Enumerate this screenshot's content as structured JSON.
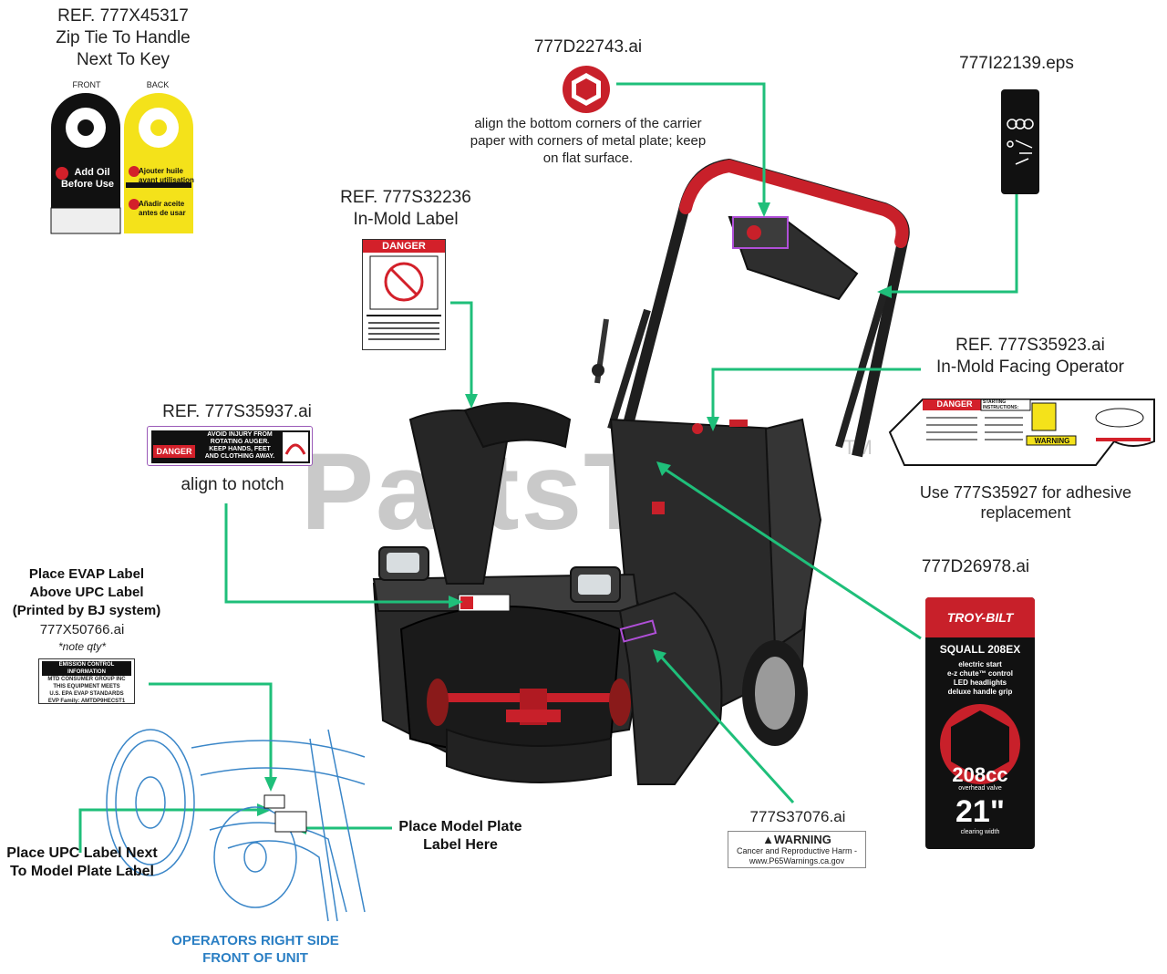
{
  "watermark": "PartsTree",
  "watermark_tm": "TM",
  "key_tag": {
    "ref": "REF. 777X45317",
    "line2": "Zip Tie To Handle",
    "line3": "Next To Key",
    "front_label": "FRONT",
    "back_label": "BACK",
    "front_text_1": "Add Oil",
    "front_text_2": "Before Use",
    "back_text_1": "Ajouter huile",
    "back_text_2": "avant utilisation",
    "back_text_3": "Añadir aceite",
    "back_text_4": "antes de usar"
  },
  "oil_label": {
    "code": "777D22743.ai",
    "note": "align the bottom corners of the carrier paper with corners of metal plate; keep on flat surface."
  },
  "eps_label": {
    "code": "777I22139.eps"
  },
  "in_mold": {
    "ref": "REF. 777S32236",
    "line2": "In-Mold Label",
    "danger": "DANGER"
  },
  "facing_operator": {
    "ref": "REF. 777S35923.ai",
    "line2": "In-Mold Facing Operator",
    "note_1": "Use 777S35927 for adhesive",
    "note_2": "replacement",
    "danger": "DANGER",
    "warning": "WARNING",
    "starting": "STARTING INSTRUCTIONS:"
  },
  "auger_label": {
    "ref": "REF. 777S35937.ai",
    "danger": "DANGER",
    "text_1": "AVOID INJURY FROM",
    "text_2": "ROTATING AUGER.",
    "text_3": "KEEP HANDS, FEET",
    "text_4": "AND CLOTHING AWAY.",
    "note": "align to notch"
  },
  "evap": {
    "line1": "Place EVAP Label",
    "line2": "Above UPC Label",
    "line3": "(Printed by BJ system)",
    "code": "777X50766.ai",
    "qty": "*note qty*",
    "box_1": "EMISSION CONTROL INFORMATION",
    "box_2": "MTD CONSUMER GROUP INC",
    "box_3": "THIS EQUIPMENT MEETS",
    "box_4": "U.S. EPA EVAP STANDARDS",
    "box_5": "EVP Family:",
    "box_5b": "AMTDP9HECST1"
  },
  "brand_label": {
    "code": "777D26978.ai",
    "brand": "TROY-BILT",
    "model": "SQUALL 208EX",
    "feat_1": "electric start",
    "feat_2": "e-z chute™ control",
    "feat_3": "LED headlights",
    "feat_4": "deluxe handle grip",
    "cc": "208cc",
    "valve": "overhead valve",
    "width": "21\"",
    "width_label": "clearing width"
  },
  "warning_label": {
    "code": "777S37076.ai",
    "title": "WARNING",
    "line1": "Cancer and Reproductive Harm -",
    "line2": "www.P65Warnings.ca.gov"
  },
  "model_plate": {
    "line1": "Place Model Plate",
    "line2": "Label Here"
  },
  "upc": {
    "line1": "Place UPC Label Next",
    "line2": "To Model Plate Label"
  },
  "side_view": {
    "line1": "OPERATORS RIGHT SIDE",
    "line2": "FRONT OF UNIT"
  },
  "colors": {
    "leader": "#1fbf7a",
    "danger_red": "#d3202a",
    "warning_yellow": "#f4e21a",
    "side_view_blue": "#3a86c8",
    "highlight_purple": "#b04fd8",
    "machine_body": "#2a2a2a",
    "handle_red": "#c8202a"
  }
}
